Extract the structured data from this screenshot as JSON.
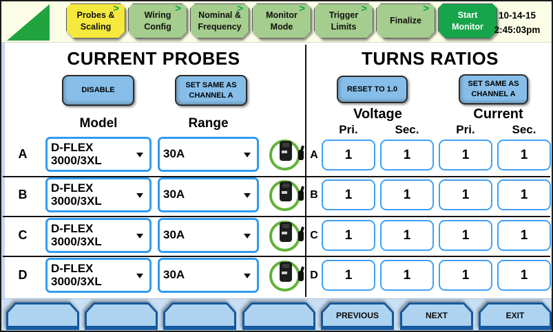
{
  "colors": {
    "tab_green": "#A5CD8D",
    "tab_active_yellow": "#F5E93D",
    "start_monitor_green": "#17A54B",
    "tab_arrow_green": "#00A651",
    "logo_green": "#21A33E",
    "topbar_cream": "#FCFDE7",
    "action_button_blue": "#87BEE9",
    "field_border_blue": "#2F9BEF",
    "footer_bg": "#C9DFF3",
    "footer_button_fill": "#AED3F0",
    "footer_button_border": "#15599E",
    "probe_ring_green": "#63B238"
  },
  "header": {
    "arrow_glyph": ">",
    "tabs": [
      {
        "line1": "Probes &",
        "line2": "Scaling"
      },
      {
        "line1": "Wiring",
        "line2": "Config"
      },
      {
        "line1": "Nominal &",
        "line2": "Frequency"
      },
      {
        "line1": "Monitor",
        "line2": "Mode"
      },
      {
        "line1": "Trigger",
        "line2": "Limits"
      },
      {
        "line1": "Finalize",
        "line2": ""
      },
      {
        "line1": "Start",
        "line2": "Monitor"
      }
    ],
    "date": "10-14-15",
    "time": "2:45:03pm"
  },
  "current_probes": {
    "title": "CURRENT PROBES",
    "disable_button": "DISABLE",
    "set_same_button": "SET SAME AS CHANNEL A",
    "model_header": "Model",
    "range_header": "Range",
    "rows": [
      {
        "channel": "A",
        "model": "D-FLEX 3000/3XL",
        "range": "30A"
      },
      {
        "channel": "B",
        "model": "D-FLEX 3000/3XL",
        "range": "30A"
      },
      {
        "channel": "C",
        "model": "D-FLEX 3000/3XL",
        "range": "30A"
      },
      {
        "channel": "D",
        "model": "D-FLEX 3000/3XL",
        "range": "30A"
      }
    ]
  },
  "turns_ratios": {
    "title": "TURNS RATIOS",
    "reset_button": "RESET TO 1.0",
    "set_same_button": "SET SAME AS CHANNEL A",
    "voltage_header": "Voltage",
    "current_header": "Current",
    "col_headers": [
      "Pri.",
      "Sec.",
      "Pri.",
      "Sec."
    ],
    "rows": [
      {
        "channel": "A",
        "values": [
          "1",
          "1",
          "1",
          "1"
        ]
      },
      {
        "channel": "B",
        "values": [
          "1",
          "1",
          "1",
          "1"
        ]
      },
      {
        "channel": "C",
        "values": [
          "1",
          "1",
          "1",
          "1"
        ]
      },
      {
        "channel": "D",
        "values": [
          "1",
          "1",
          "1",
          "1"
        ]
      }
    ]
  },
  "footer": {
    "buttons": [
      "",
      "",
      "",
      "",
      "PREVIOUS",
      "NEXT",
      "EXIT"
    ]
  }
}
